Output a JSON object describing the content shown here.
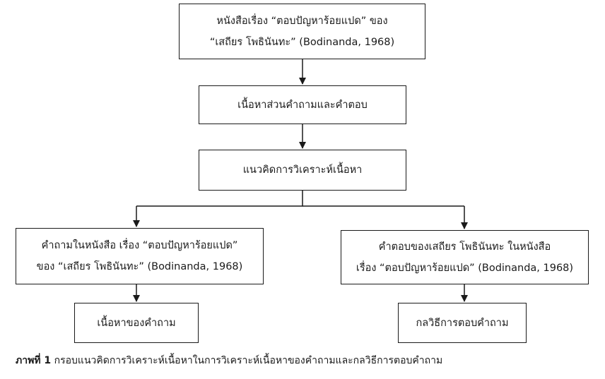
{
  "boxes": {
    "source": {
      "line1": "หนังสือเรื่อง “ตอบปัญหาร้อยแปด” ของ",
      "line2": "“เสถียร โพธินันทะ” (Bodinanda, 1968)"
    },
    "content_qa": "เนื้อหาส่วนคำถามและคำตอบ",
    "analysis": "แนวคิดการวิเคราะห์เนื้อหา",
    "questions_book": {
      "line1": "คำถามในหนังสือ เรื่อง “ตอบปัญหาร้อยแปด”",
      "line2": "ของ “เสถียร โพธินันทะ” (Bodinanda, 1968)"
    },
    "answers_book": {
      "line1": "คำตอบของเสถียร โพธินันทะ ในหนังสือ",
      "line2": "เรื่อง “ตอบปัญหาร้อยแปด” (Bodinanda, 1968)"
    },
    "question_content": "เนื้อหาของคำถาม",
    "answer_strategy": "กลวิธีการตอบคำถาม"
  },
  "caption": {
    "label": "ภาพที่ 1",
    "text": "กรอบแนวคิดการวิเคราะห์เนื้อหาในการวิเคราะห์เนื้อหาของคำถามและกลวิธีการตอบคำถาม"
  }
}
